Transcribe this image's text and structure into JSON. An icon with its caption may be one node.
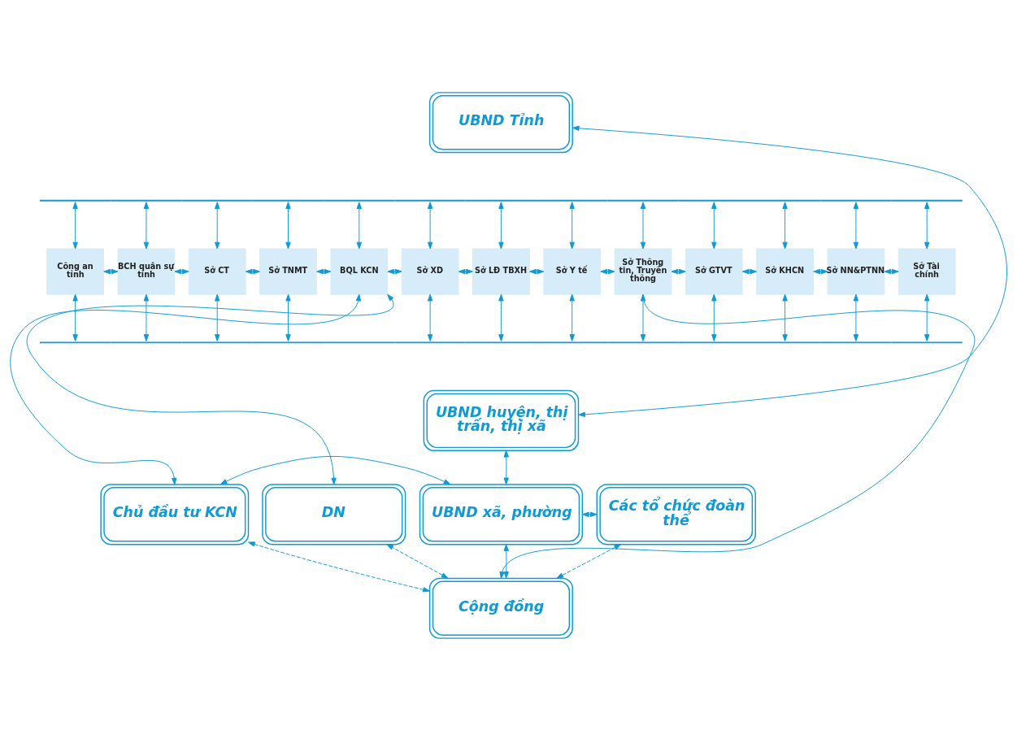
{
  "diagram": {
    "nodes": [
      {
        "text": [
          "UBND Tỉnh"
        ]
      },
      {
        "text": [],
        "shape": "bar"
      },
      {
        "text": [
          "Công an tỉnh"
        ]
      },
      {
        "text": [
          "BCH quân sự tỉnh"
        ]
      },
      {
        "text": [
          "Sở CT"
        ]
      },
      {
        "text": [
          "Sở TNMT"
        ]
      },
      {
        "text": [
          "BQL KCN"
        ]
      },
      {
        "text": [
          "Sở XD"
        ]
      },
      {
        "text": [
          "Sở LĐ TBXH"
        ]
      },
      {
        "text": [
          "Sở Y tế"
        ]
      },
      {
        "text": [
          "Sở Thông tin, Truyền thông"
        ]
      },
      {
        "text": [
          "Sở GTVT"
        ]
      },
      {
        "text": [
          "Sở KHCN"
        ]
      },
      {
        "text": [
          "Sở NN&PTNN"
        ]
      },
      {
        "text": [
          "Sở Tài chính"
        ]
      },
      {
        "text": [],
        "shape": "bar"
      },
      {
        "text": [
          "UBND huyện, thị trấn, thị xã"
        ]
      },
      {
        "text": [
          "DN"
        ]
      },
      {
        "text": [
          "Chủ đầu tư KCN"
        ]
      },
      {
        "text": [
          "UBND xã, phường"
        ]
      },
      {
        "text": [
          "Các tổ chức đoàn thể"
        ]
      },
      {
        "text": [
          "Cộng đồng"
        ]
      }
    ],
    "edges": [
      {
        "from": 0,
        "to": 16,
        "arrow": "both"
      },
      {
        "from": 2,
        "to": 1,
        "arrow": "both"
      },
      {
        "from": 3,
        "to": 1,
        "arrow": "both"
      },
      {
        "from": 4,
        "to": 1,
        "arrow": "both"
      },
      {
        "from": 5,
        "to": 1,
        "arrow": "both"
      },
      {
        "from": 6,
        "to": 1,
        "arrow": "both"
      },
      {
        "from": 7,
        "to": 1,
        "arrow": "both"
      },
      {
        "from": 8,
        "to": 1,
        "arrow": "both"
      },
      {
        "from": 9,
        "to": 1,
        "arrow": "both"
      },
      {
        "from": 10,
        "to": 1,
        "arrow": "both"
      },
      {
        "from": 11,
        "to": 1,
        "arrow": "both"
      },
      {
        "from": 12,
        "to": 1,
        "arrow": "both"
      },
      {
        "from": 13,
        "to": 1,
        "arrow": "both"
      },
      {
        "from": 14,
        "to": 1,
        "arrow": "both"
      },
      {
        "from": 2,
        "to": 3,
        "arrow": "both"
      },
      {
        "from": 3,
        "to": 4,
        "arrow": "both"
      },
      {
        "from": 4,
        "to": 5,
        "arrow": "both"
      },
      {
        "from": 5,
        "to": 6,
        "arrow": "both"
      },
      {
        "from": 6,
        "to": 7,
        "arrow": "both"
      },
      {
        "from": 7,
        "to": 8,
        "arrow": "both"
      },
      {
        "from": 8,
        "to": 9,
        "arrow": "both"
      },
      {
        "from": 9,
        "to": 10,
        "arrow": "both"
      },
      {
        "from": 10,
        "to": 11,
        "arrow": "both"
      },
      {
        "from": 11,
        "to": 12,
        "arrow": "both"
      },
      {
        "from": 12,
        "to": 13,
        "arrow": "both"
      },
      {
        "from": 13,
        "to": 14,
        "arrow": "both"
      },
      {
        "from": 2,
        "to": 15,
        "arrow": "both"
      },
      {
        "from": 3,
        "to": 15,
        "arrow": "both"
      },
      {
        "from": 4,
        "to": 15,
        "arrow": "both"
      },
      {
        "from": 5,
        "to": 15,
        "arrow": "both"
      },
      {
        "from": 7,
        "to": 15,
        "arrow": "both"
      },
      {
        "from": 8,
        "to": 15,
        "arrow": "both"
      },
      {
        "from": 9,
        "to": 15,
        "arrow": "both"
      },
      {
        "from": 10,
        "to": 15,
        "arrow": "both"
      },
      {
        "from": 11,
        "to": 15,
        "arrow": "both"
      },
      {
        "from": 12,
        "to": 15,
        "arrow": "both"
      },
      {
        "from": 13,
        "to": 15,
        "arrow": "both"
      },
      {
        "from": 14,
        "to": 15,
        "arrow": "both"
      },
      {
        "from": 6,
        "to": 17,
        "arrow": "both"
      },
      {
        "from": 6,
        "to": 18,
        "arrow": "both"
      },
      {
        "from": 10,
        "to": 21,
        "arrow": "to"
      },
      {
        "from": 16,
        "to": 19,
        "arrow": "both"
      },
      {
        "from": 18,
        "to": 19,
        "arrow": "both"
      },
      {
        "from": 19,
        "to": 20,
        "arrow": "both",
        "style": "dashed"
      },
      {
        "from": 19,
        "to": 21,
        "arrow": "both"
      },
      {
        "from": 21,
        "to": 17,
        "arrow": "both",
        "style": "dashed"
      },
      {
        "from": 21,
        "to": 18,
        "arrow": "both",
        "style": "dashed"
      },
      {
        "from": 20,
        "to": 21,
        "arrow": "both",
        "style": "dashed"
      }
    ]
  }
}
